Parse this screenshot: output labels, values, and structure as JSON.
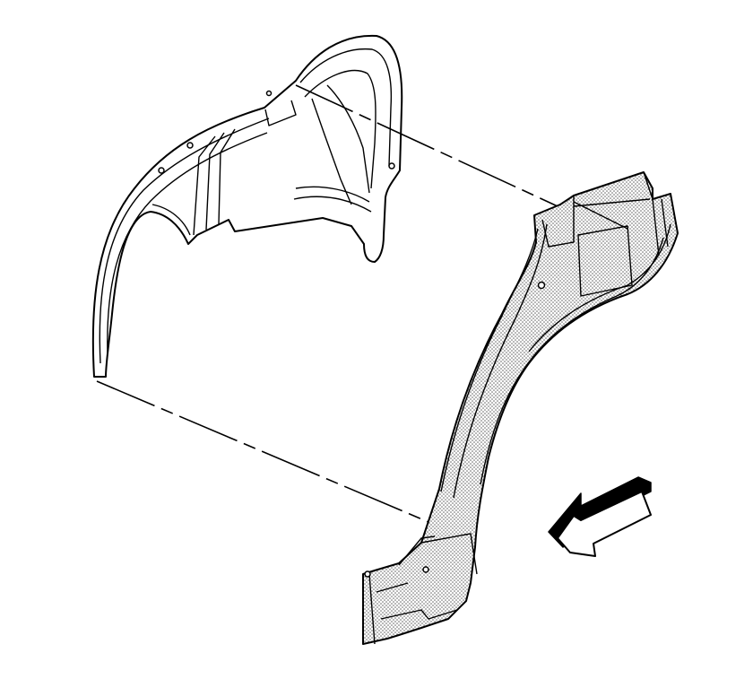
{
  "figure": {
    "parts": [
      {
        "name": "rear-wheelhouse-inner-panel",
        "fill": "white"
      },
      {
        "name": "wheelhouse-outer-panel-replacement",
        "fill": "stippled"
      }
    ],
    "arrow": {
      "icon": "view-direction-arrow-icon",
      "direction": "left-down"
    },
    "alignment_lines": 2,
    "colors": {
      "line": "#000000",
      "background": "#ffffff",
      "stipple": "#9a9a9a"
    }
  }
}
